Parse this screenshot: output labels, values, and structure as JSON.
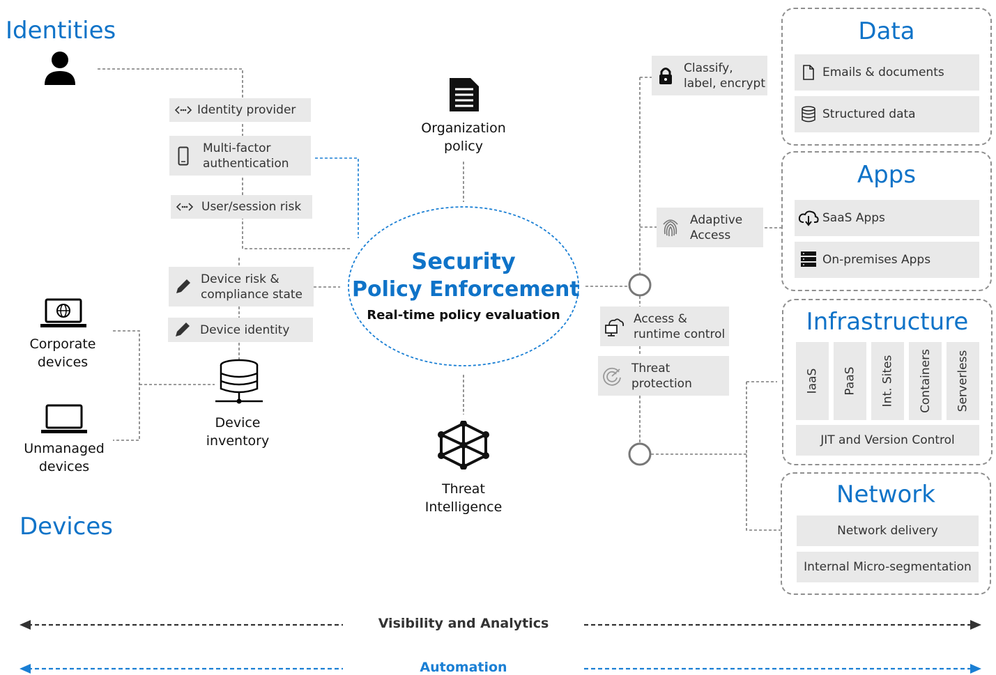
{
  "identities": {
    "title": "Identities",
    "items": [
      {
        "label_l1": "Identity provider",
        "label_l2": "",
        "icon": "code-arrows-icon"
      },
      {
        "label_l1": "Multi-factor",
        "label_l2": "authentication",
        "icon": "phone-icon"
      },
      {
        "label_l1": "User/session risk",
        "label_l2": "",
        "icon": "code-arrows-icon"
      }
    ]
  },
  "devices": {
    "title": "Devices",
    "items": [
      {
        "label_l1": "Device risk &",
        "label_l2": "compliance state",
        "icon": "pencil-icon"
      },
      {
        "label_l1": "Device identity",
        "label_l2": "",
        "icon": "pencil-icon"
      }
    ],
    "corporate_l1": "Corporate",
    "corporate_l2": "devices",
    "unmanaged_l1": "Unmanaged",
    "unmanaged_l2": "devices",
    "inventory_l1": "Device",
    "inventory_l2": "inventory"
  },
  "center": {
    "org_policy_l1": "Organization",
    "org_policy_l2": "policy",
    "title_l1": "Security",
    "title_l2": "Policy Enforcement",
    "subtitle": "Real-time policy evaluation",
    "threat_l1": "Threat",
    "threat_l2": "Intelligence"
  },
  "right_controls": [
    {
      "label_l1": "Classify,",
      "label_l2": "label, encrypt",
      "icon": "lock-icon"
    },
    {
      "label_l1": "Adaptive",
      "label_l2": "Access",
      "icon": "fingerprint-icon"
    },
    {
      "label_l1": "Access &",
      "label_l2": "runtime control",
      "icon": "cloud-monitor-icon"
    },
    {
      "label_l1": "Threat",
      "label_l2": "protection",
      "icon": "radar-icon"
    }
  ],
  "data_panel": {
    "title": "Data",
    "items": [
      {
        "label": "Emails & documents",
        "icon": "document-icon"
      },
      {
        "label": "Structured data",
        "icon": "database-icon"
      }
    ]
  },
  "apps_panel": {
    "title": "Apps",
    "items": [
      {
        "label": "SaaS Apps",
        "icon": "cloud-download-icon"
      },
      {
        "label": "On-premises Apps",
        "icon": "server-icon"
      }
    ]
  },
  "infra_panel": {
    "title": "Infrastructure",
    "columns": [
      "IaaS",
      "PaaS",
      "Int. Sites",
      "Containers",
      "Serverless"
    ],
    "footer": "JIT and Version Control"
  },
  "network_panel": {
    "title": "Network",
    "items": [
      "Network delivery",
      "Internal Micro-segmentation"
    ]
  },
  "bottom": {
    "visibility": "Visibility and Analytics",
    "automation": "Automation"
  },
  "colors": {
    "accent_blue": "#0f73c8",
    "box_gray": "#e9e9e9",
    "line_gray": "#777777"
  }
}
